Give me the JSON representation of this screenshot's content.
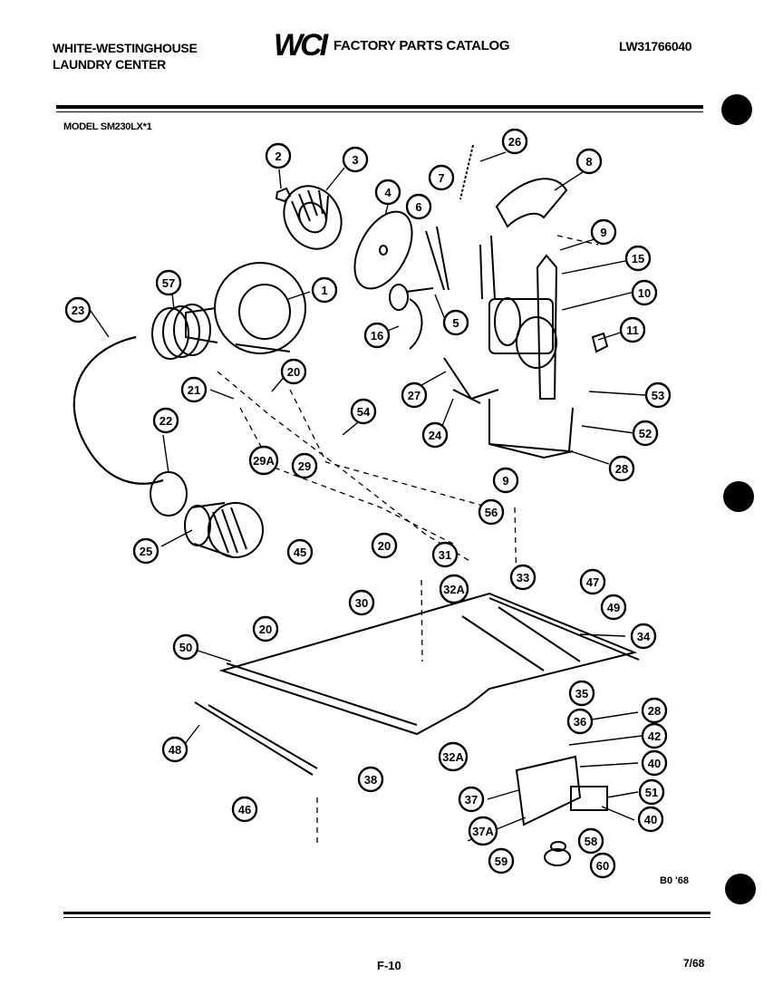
{
  "header": {
    "brand_line1": "WHITE-WESTINGHOUSE",
    "brand_line2": "LAUNDRY CENTER",
    "logo_text": "WCI",
    "catalog_title": "FACTORY PARTS CATALOG",
    "catalog_number": "LW31766040"
  },
  "model_line": "MODEL SM230LX*1",
  "reference_code": "B0 '68",
  "footer": {
    "page_number": "F-10",
    "date": "7/68"
  },
  "callouts": [
    "1",
    "2",
    "3",
    "4",
    "5",
    "6",
    "7",
    "8",
    "9",
    "10",
    "11",
    "15",
    "16",
    "20",
    "21",
    "22",
    "23",
    "24",
    "25",
    "26",
    "27",
    "28",
    "29",
    "29A",
    "30",
    "31",
    "32A",
    "33",
    "34",
    "35",
    "36",
    "37",
    "37A",
    "38",
    "40",
    "42",
    "45",
    "46",
    "47",
    "48",
    "49",
    "50",
    "51",
    "52",
    "53",
    "54",
    "56",
    "57",
    "58",
    "59",
    "60"
  ]
}
